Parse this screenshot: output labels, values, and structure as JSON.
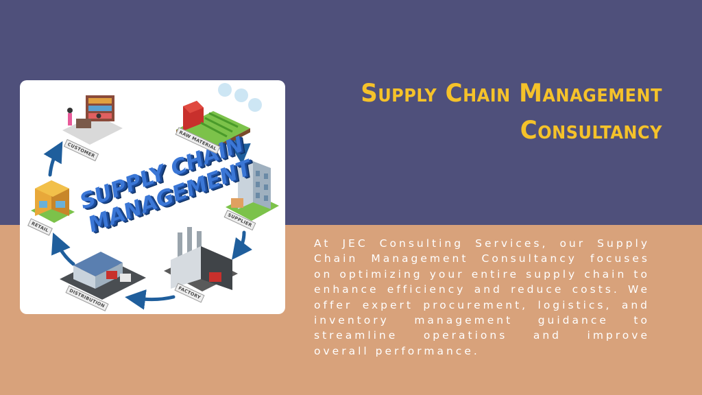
{
  "slide": {
    "title_line1": "Supply Chain Management",
    "title_line2": "Consultancy",
    "body": "At JEC Consulting Services, our Supply Chain Management Consultancy focuses on optimizing your entire supply chain to enhance efficiency and reduce costs. We offer expert procurement, logistics, and inventory management guidance to streamline operations and improve overall performance."
  },
  "diagram": {
    "title_line1": "SUPPLY CHAIN",
    "title_line2": "MANAGEMENT",
    "labels": {
      "customer": "CUSTOMER",
      "raw_material": "RAW MATERIAL",
      "supplier": "SUPPLIER",
      "factory": "FACTORY",
      "distribution": "DISTRIBUTION",
      "retail": "RETAIL"
    }
  },
  "colors": {
    "top_background": "#4f507b",
    "bottom_background": "#d8a27b",
    "title": "#f5c22a",
    "body_text": "#ffffff",
    "arrow": "#1f5e9c"
  }
}
